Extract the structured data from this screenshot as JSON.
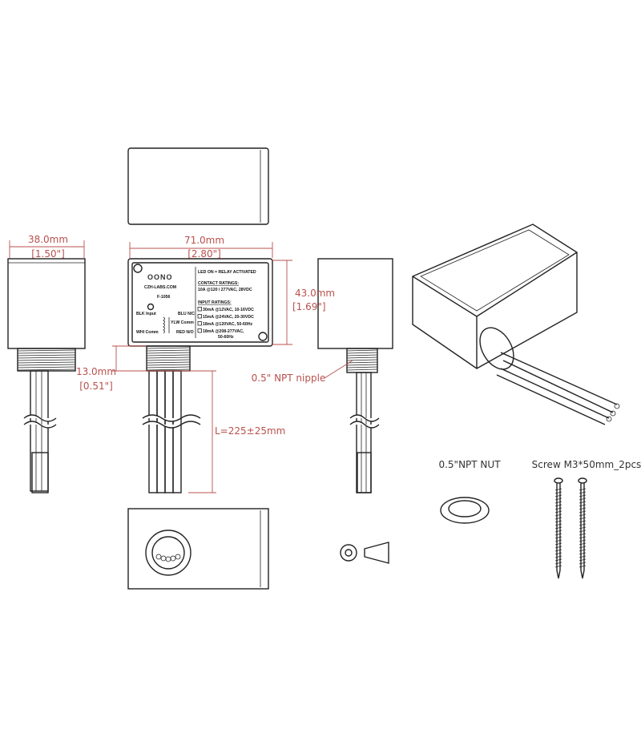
{
  "dimensions": {
    "side_width_mm": "38.0mm",
    "side_width_in": "[1.50\"]",
    "front_width_mm": "71.0mm",
    "front_width_in": "[2.80\"]",
    "height_mm": "43.0mm",
    "height_in": "[1.69\"]",
    "nipple_mm": "13.0mm",
    "nipple_in": "[0.51\"]",
    "lead_length": "L=225±25mm"
  },
  "callouts": {
    "nipple": "0.5\" NPT nipple",
    "nut": "0.5\"NPT NUT",
    "screw": "Screw M3*50mm_2pcs"
  },
  "label": {
    "logo": "OONO",
    "website": "CZH-LABS.COM",
    "model": "F-1056",
    "led_note": "LED ON = RELAY ACTIVATED",
    "contact_title": "CONTACT RATINGS:",
    "contact_value": "10A @120 / 277VAC, 28VDC",
    "input_title": "INPUT RATINGS:",
    "inputs": [
      "30mA @12VAC, 10-16VDC",
      "15mA @24VAC, 20-30VDC",
      "18mA @120VAC, 50-60Hz",
      "18mA @208-277VAC,",
      "50-60Hz"
    ],
    "wires": {
      "blk": "BLK Input",
      "whi": "WHI Comm",
      "blu": "BLU N/C",
      "ylw": "YLW Comm",
      "red": "RED N/O"
    }
  },
  "colors": {
    "dimension": "#b8514d",
    "outline": "#222222"
  }
}
